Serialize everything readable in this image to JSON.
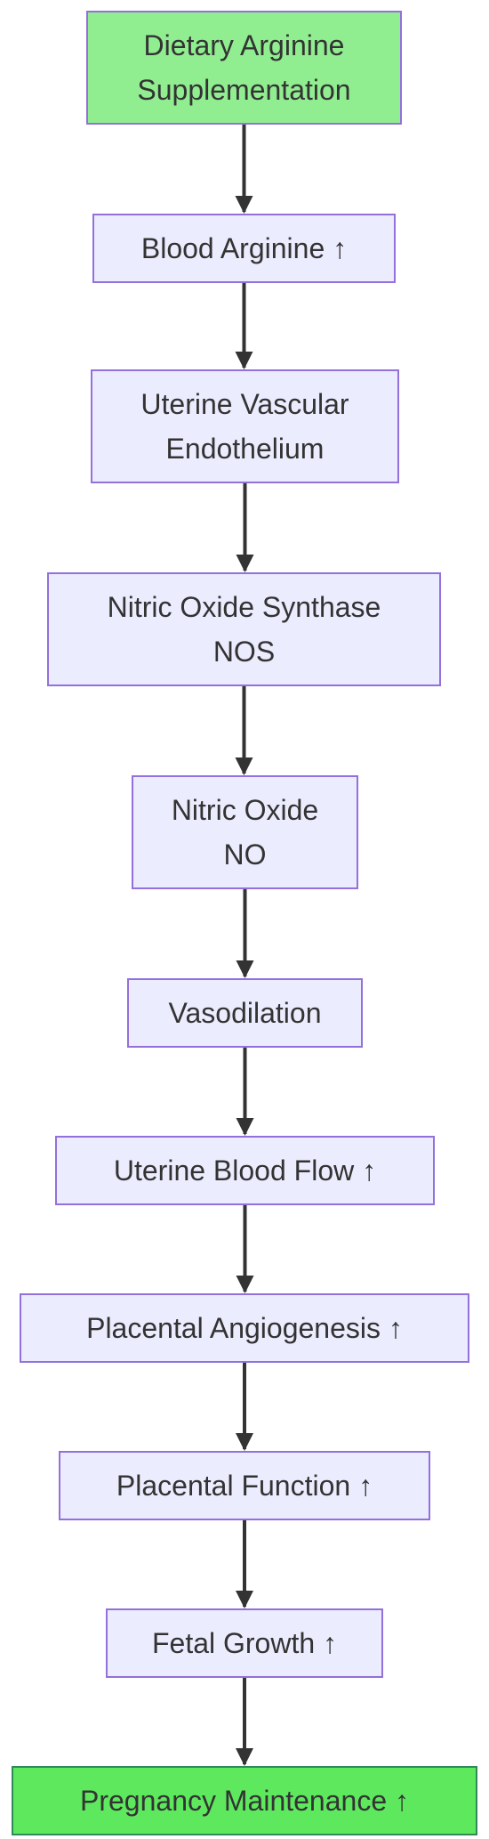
{
  "diagram": {
    "type": "flowchart",
    "direction": "top-to-bottom",
    "colors": {
      "node_fill": "#ECECFF",
      "node_border": "#9370DB",
      "start_fill": "#90EE90",
      "end_fill": "#5EE85E",
      "end_border": "#2E8B57",
      "arrow": "#333333",
      "text": "#333333"
    },
    "nodes": [
      {
        "id": "n1",
        "label": "Dietary Arginine\nSupplementation",
        "style": "start"
      },
      {
        "id": "n2",
        "label": "Blood Arginine ↑",
        "style": "default"
      },
      {
        "id": "n3",
        "label": "Uterine Vascular\nEndothelium",
        "style": "default"
      },
      {
        "id": "n4",
        "label": "Nitric Oxide Synthase\nNOS",
        "style": "default"
      },
      {
        "id": "n5",
        "label": "Nitric Oxide\nNO",
        "style": "default"
      },
      {
        "id": "n6",
        "label": "Vasodilation",
        "style": "default"
      },
      {
        "id": "n7",
        "label": "Uterine Blood Flow ↑",
        "style": "default"
      },
      {
        "id": "n8",
        "label": "Placental Angiogenesis ↑",
        "style": "default"
      },
      {
        "id": "n9",
        "label": "Placental Function ↑",
        "style": "default"
      },
      {
        "id": "n10",
        "label": "Fetal Growth ↑",
        "style": "default"
      },
      {
        "id": "n11",
        "label": "Pregnancy Maintenance ↑",
        "style": "end"
      }
    ],
    "edges": [
      {
        "from": "n1",
        "to": "n2"
      },
      {
        "from": "n2",
        "to": "n3"
      },
      {
        "from": "n3",
        "to": "n4"
      },
      {
        "from": "n4",
        "to": "n5"
      },
      {
        "from": "n5",
        "to": "n6"
      },
      {
        "from": "n6",
        "to": "n7"
      },
      {
        "from": "n7",
        "to": "n8"
      },
      {
        "from": "n8",
        "to": "n9"
      },
      {
        "from": "n9",
        "to": "n10"
      },
      {
        "from": "n10",
        "to": "n11"
      }
    ]
  }
}
